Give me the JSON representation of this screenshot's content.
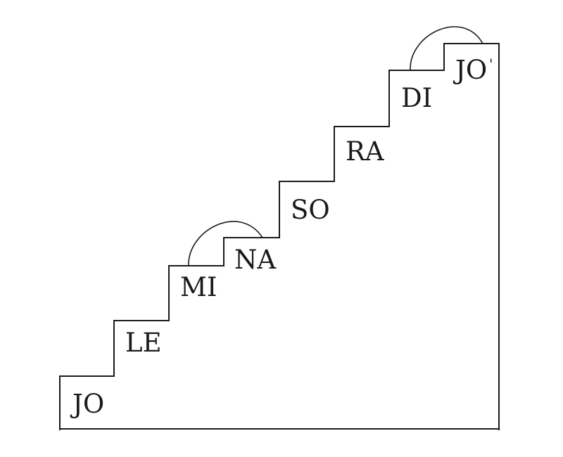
{
  "steps": [
    {
      "syllable": "JO"
    },
    {
      "syllable": "LE"
    },
    {
      "syllable": "MI"
    },
    {
      "syllable": "NA"
    },
    {
      "syllable": "SO"
    },
    {
      "syllable": "RA"
    },
    {
      "syllable": "DI"
    },
    {
      "syllable": "JO",
      "octave_mark": "'"
    }
  ],
  "colors": {
    "stroke": "#1a1a1a",
    "background": "#ffffff"
  }
}
